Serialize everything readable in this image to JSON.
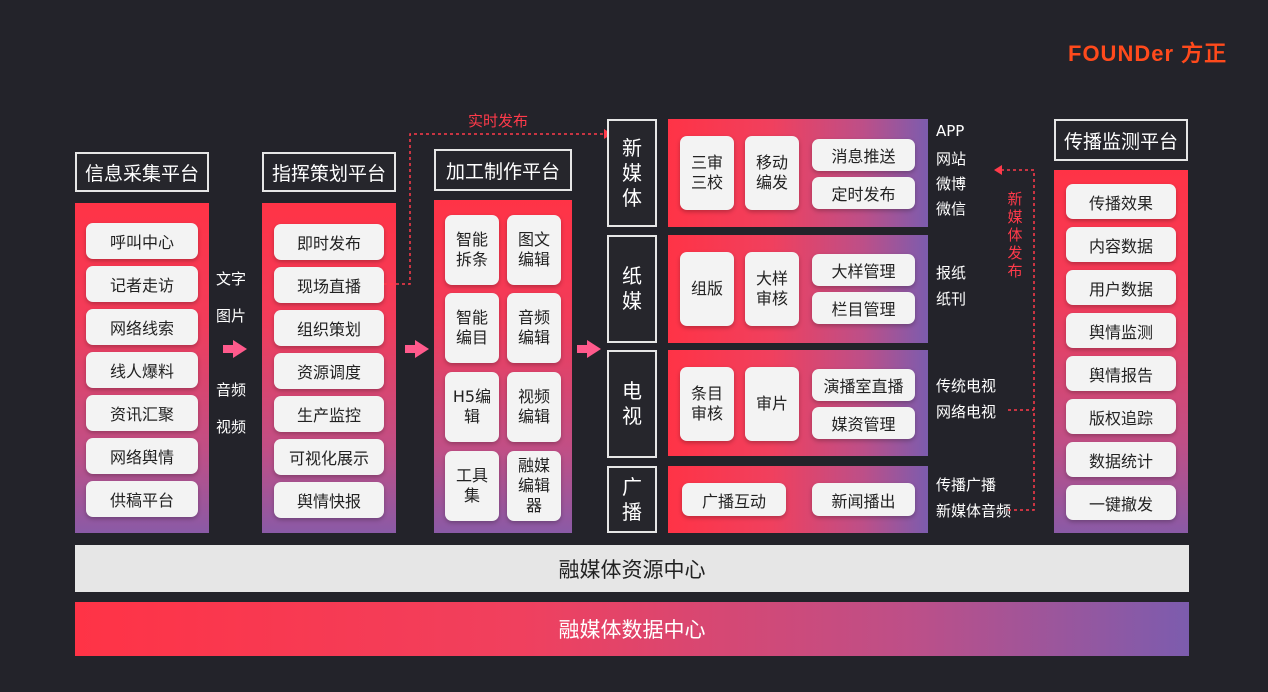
{
  "brand": {
    "logo_text": "FOUNDer",
    "logo_cn": "方正",
    "color": "#ff4a1c"
  },
  "colors": {
    "red": "#ff3346",
    "purple": "#7c5cae",
    "background": "#23232a"
  },
  "collection": {
    "title": "信息采集平台",
    "items": [
      "呼叫中心",
      "记者走访",
      "网络线索",
      "线人爆料",
      "资讯汇聚",
      "网络舆情",
      "供稿平台"
    ]
  },
  "content_types": [
    "文字",
    "图片",
    "音频",
    "视频"
  ],
  "command": {
    "title": "指挥策划平台",
    "items": [
      "即时发布",
      "现场直播",
      "组织策划",
      "资源调度",
      "生产监控",
      "可视化展示",
      "舆情快报"
    ]
  },
  "realtime_label": "实时发布",
  "production": {
    "title": "加工制作平台",
    "items": [
      "智能拆条",
      "图文编辑",
      "智能编目",
      "音频编辑",
      "H5编辑",
      "视频编辑",
      "工具集",
      "融媒编辑器"
    ]
  },
  "media": {
    "new_media": {
      "label": "新媒体",
      "items": [
        "三审三校",
        "移动编发",
        "消息推送",
        "定时发布"
      ],
      "outputs": [
        "APP",
        "网站",
        "微博",
        "微信"
      ]
    },
    "paper": {
      "label": "纸媒",
      "items": [
        "组版",
        "大样审核",
        "大样管理",
        "栏目管理"
      ],
      "outputs": [
        "报纸",
        "纸刊"
      ]
    },
    "tv": {
      "label": "电视",
      "items": [
        "条目审核",
        "审片",
        "演播室直播",
        "媒资管理"
      ],
      "outputs": [
        "传统电视",
        "网络电视"
      ]
    },
    "radio": {
      "label": "广播",
      "items": [
        "广播互动",
        "新闻播出"
      ],
      "outputs": [
        "传播广播",
        "新媒体音频"
      ]
    }
  },
  "feedback_label": "新媒体发布",
  "monitor": {
    "title": "传播监测平台",
    "items": [
      "传播效果",
      "内容数据",
      "用户数据",
      "舆情监测",
      "舆情报告",
      "版权追踪",
      "数据统计",
      "一键撤发"
    ]
  },
  "resource_center": "融媒体资源中心",
  "data_center": "融媒体数据中心"
}
